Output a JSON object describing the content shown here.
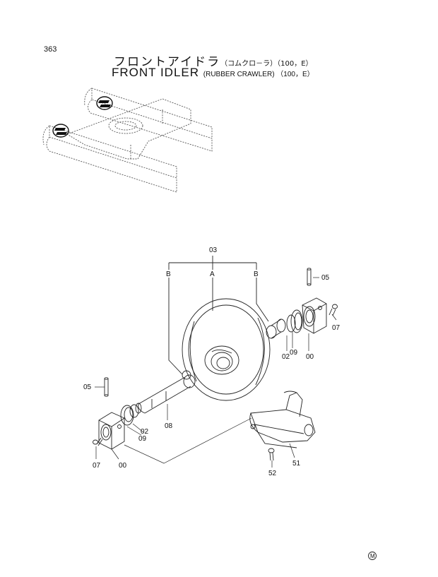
{
  "page_number": "363",
  "title": {
    "jp_main": "フロントアイドラ",
    "jp_sub": "（コムクロ－ラ）（100，E）",
    "en_main": "FRONT IDLER",
    "en_sub": "(RUBBER CRAWLER) （100，E）"
  },
  "callouts": {
    "c03": "03",
    "cA": "A",
    "cB_left": "B",
    "cB_right": "B",
    "c05_right": "05",
    "c07_right": "07",
    "c00_right": "00",
    "c09_right": "09",
    "c02_right": "02",
    "c05_left": "05",
    "c08": "08",
    "c02_left": "02",
    "c09_left": "09",
    "c07_left": "07",
    "c00_left": "00",
    "c52": "52",
    "c51": "51"
  },
  "corner_mark": "M"
}
